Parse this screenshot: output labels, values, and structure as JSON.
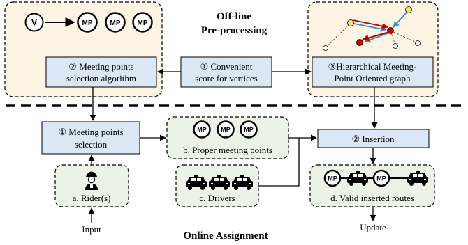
{
  "sections": {
    "offline": {
      "line1": "Off-line",
      "line2": "Pre-processing"
    },
    "online": {
      "title": "Online Assignment"
    }
  },
  "icons": {
    "vertex_letter": "V",
    "meeting_point_letters": "MP"
  },
  "offline_boxes": {
    "selection_algorithm": {
      "line1": "② Meeting points",
      "line2": "selection algorithm"
    },
    "convenient_score": {
      "line1": "① Convenient",
      "line2": "score for vertices"
    },
    "hmpo_graph": {
      "line1": "③Hierarchical Meeting-",
      "line2": "Point Oriented graph"
    }
  },
  "online_boxes": {
    "mp_selection": {
      "line1": "① Meeting points",
      "line2": "selection"
    },
    "insertion": {
      "label": "② Insertion"
    },
    "proper_mps": {
      "label": "b. Proper meeting points"
    },
    "riders": {
      "label": "a. Rider(s)"
    },
    "drivers": {
      "label": "c. Drivers"
    },
    "valid_routes": {
      "label": "d. Valid inserted routes"
    }
  },
  "io": {
    "input": "Input",
    "update": "Update"
  },
  "colors": {
    "blue_box": "#dbe7f4",
    "cream_panel": "#fdf4e3",
    "green_panel": "#ecf2e6",
    "red_edge": "#c00000",
    "blue_edge": "#3f8fd2",
    "red_node": "#c00000",
    "yellow_node": "#f3df84"
  }
}
